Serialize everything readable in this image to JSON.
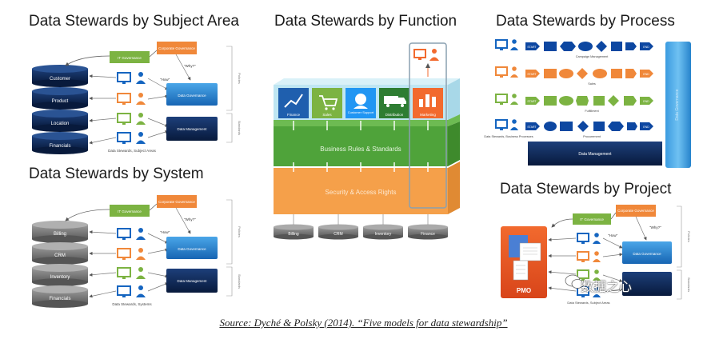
{
  "panels": {
    "subject": {
      "title": "Data Stewards by Subject Area",
      "cylinders": [
        "Customer",
        "Product",
        "Location",
        "Financials"
      ],
      "it_governance": "IT Governance",
      "corporate_governance": "Corporate Governance",
      "data_governance": "Data Governance",
      "data_management": "Data Management",
      "stewards_caption": "Data Stewards, Subject Areas",
      "how": "\"How\"",
      "why": "\"Why?\"",
      "policies": "Policies",
      "standards": "Standards"
    },
    "system": {
      "title": "Data Stewards by System",
      "cylinders": [
        "Billing",
        "CRM",
        "Inventory",
        "Financials"
      ],
      "it_governance": "IT Governance",
      "corporate_governance": "Corporate Governance",
      "data_governance": "Data Governance",
      "data_management": "Data Management",
      "stewards_caption": "Data Stewards, Systems",
      "how": "\"How\"",
      "why": "\"Why?\"",
      "policies": "Policies",
      "standards": "Standards"
    },
    "function": {
      "title": "Data Stewards by Function",
      "tiles": [
        "Finance",
        "Sales",
        "Customer Support",
        "Distribution",
        "Marketing"
      ],
      "business_layer": "Business Rules & Standards",
      "security_layer": "Security & Access Rights",
      "systems": [
        "Billing",
        "CRM",
        "Inventory",
        "Finance"
      ]
    },
    "process": {
      "title": "Data Stewards by Process",
      "rows": [
        "Campaign Management",
        "Sales",
        "Fulfillment",
        "Procurement"
      ],
      "start": "START",
      "end": "END",
      "data_management": "Data Management",
      "data_governance": "Data Governance",
      "stewards_caption": "Data Stewards, Business Processes"
    },
    "project": {
      "title": "Data Stewards by Project",
      "pmo": "PMO",
      "it_governance": "IT Governance",
      "corporate_governance": "Corporate Governance",
      "data_governance": "Data Governance",
      "stewards_caption": "Data Stewards, Subject Areas",
      "how": "\"How\"",
      "why": "\"Why?\"",
      "policies": "Policies",
      "standards": "Standards"
    }
  },
  "watermark": "数据之心",
  "caption": "Source: Dyché & Polsky (2014). “Five models for data stewardship”",
  "colors": {
    "navy": "#0e2a5c",
    "blue": "#1f73c4",
    "green_box": "#7cb342",
    "orange_box": "#f0883a",
    "green_layer": "#4fa33a",
    "orange_layer": "#f5a04a",
    "cyan_layer": "#bfe6f2"
  }
}
